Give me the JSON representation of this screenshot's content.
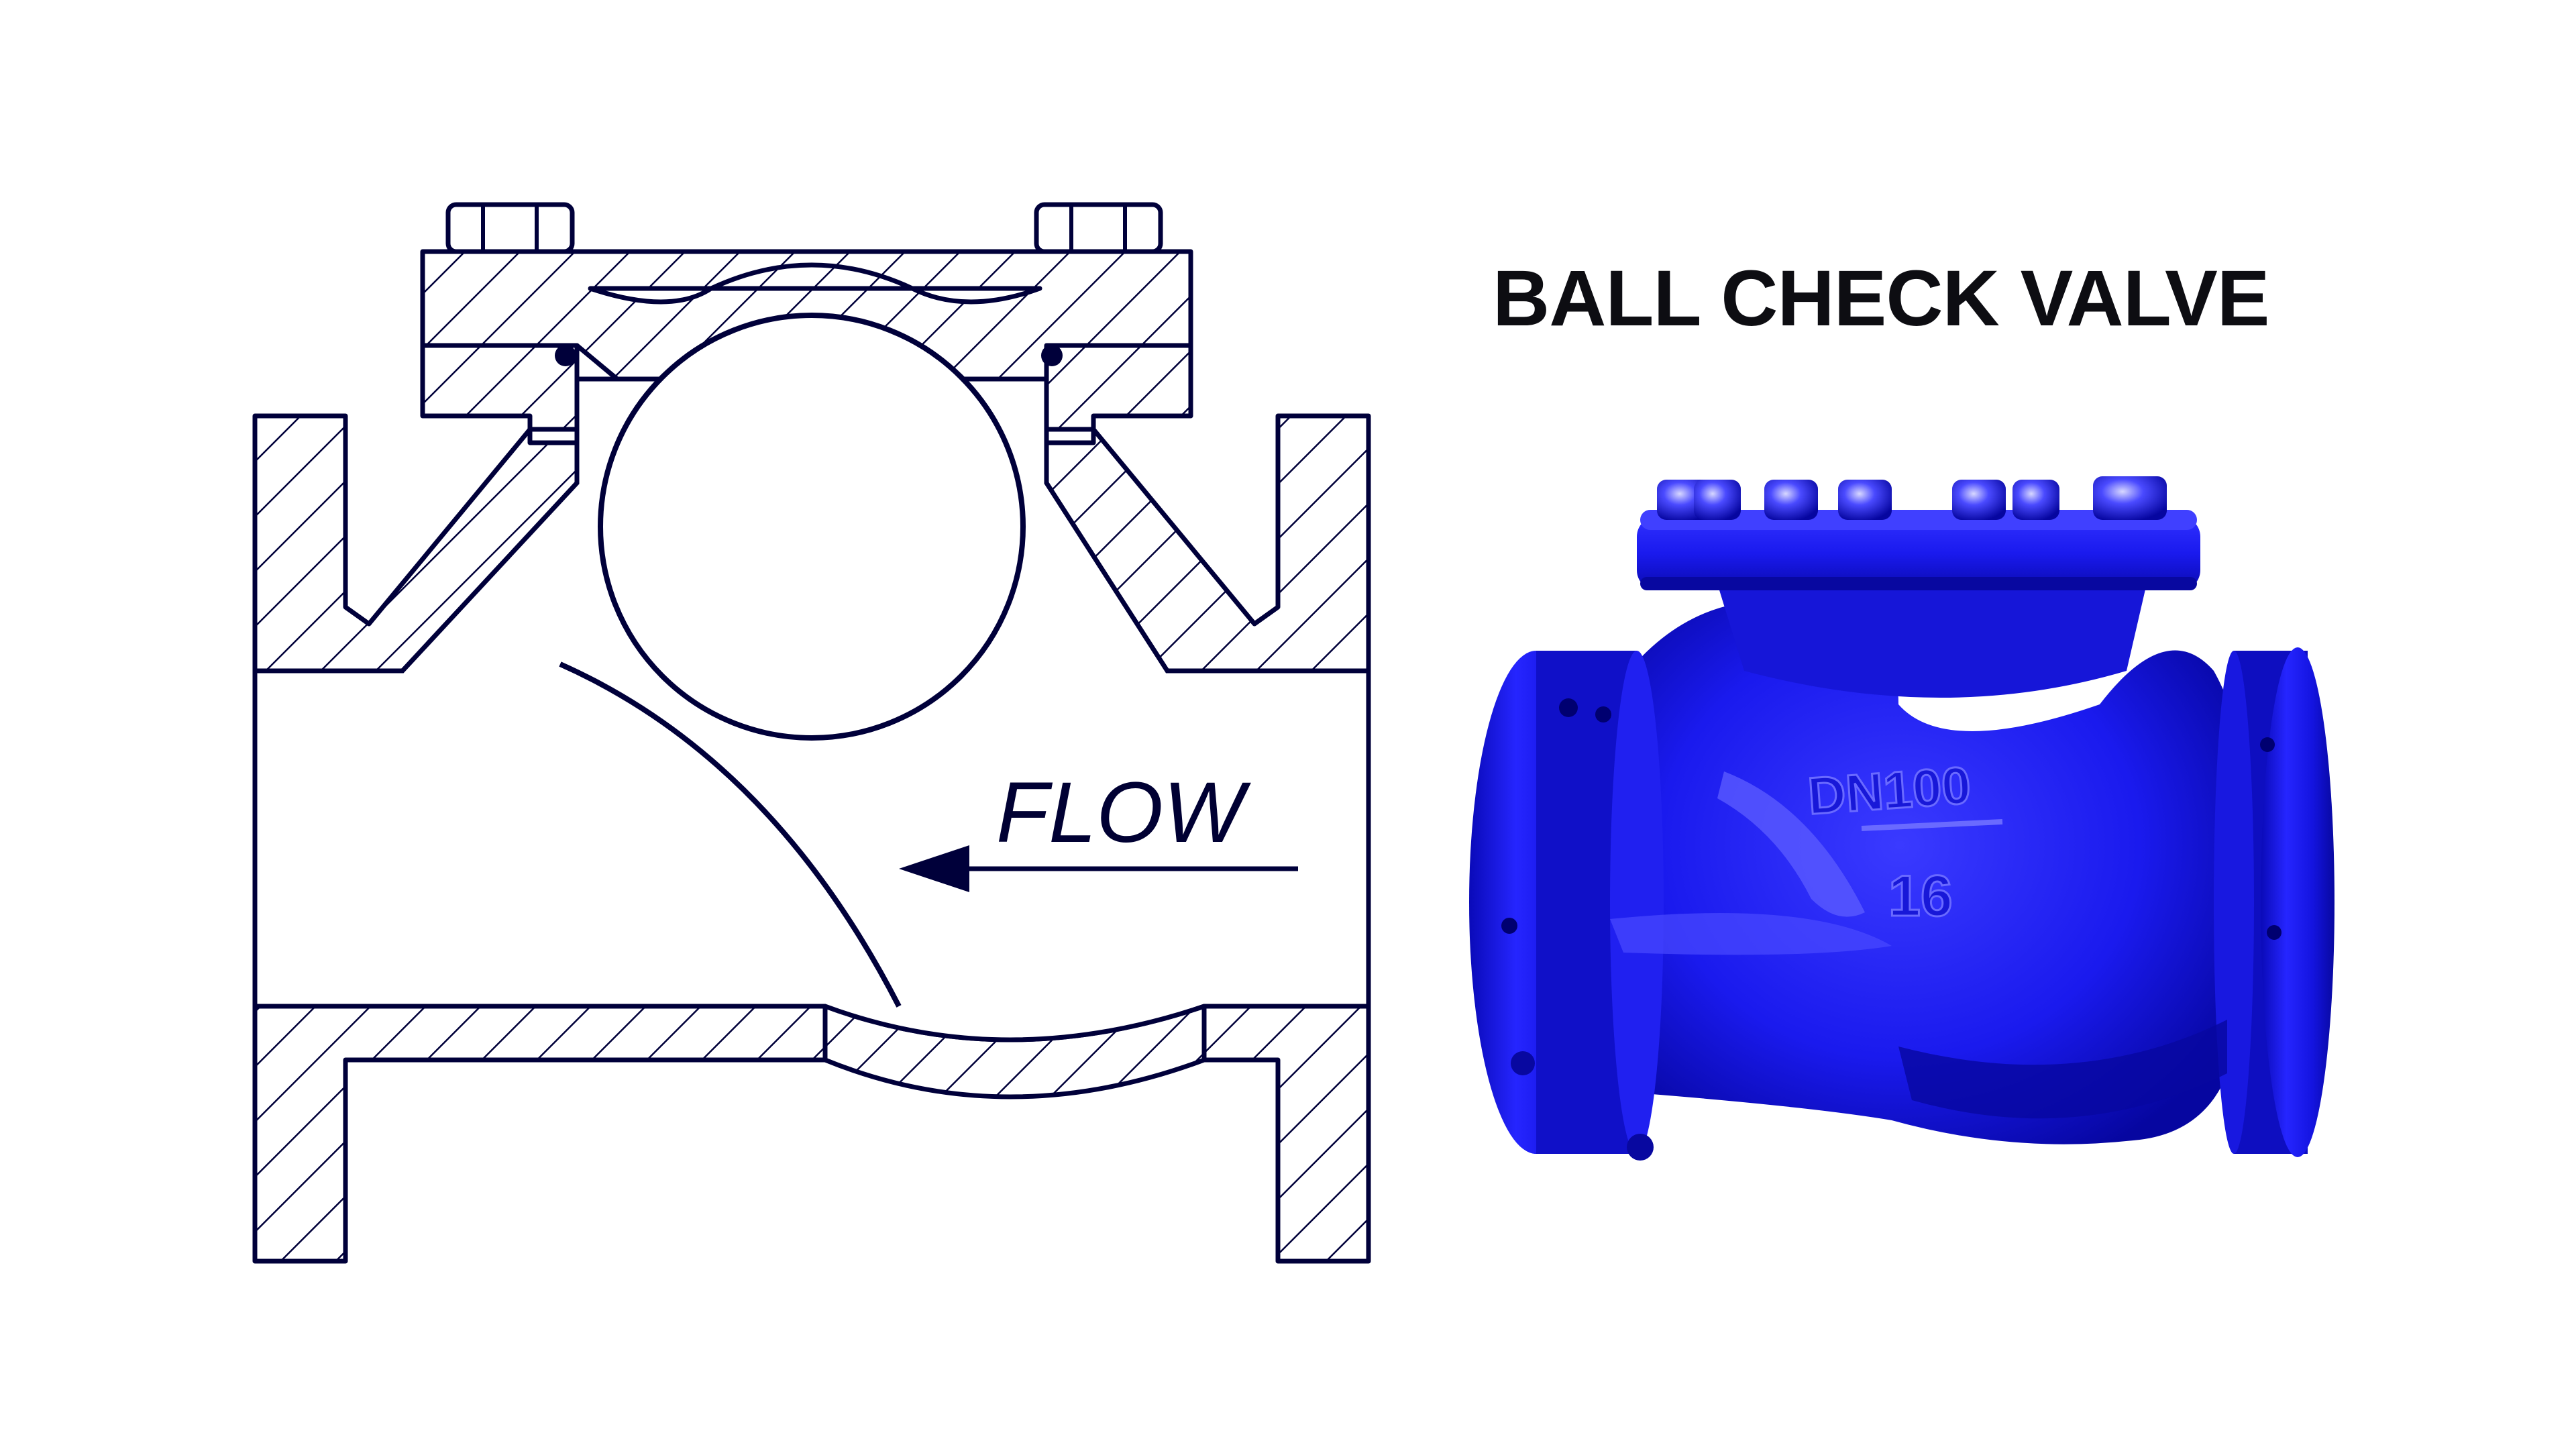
{
  "title": "BALL CHECK VALVE",
  "diagram": {
    "flow_label": "FLOW"
  },
  "photo": {
    "size_marking": "DN100",
    "pressure_marking": "16"
  },
  "colors": {
    "line": "#00003a",
    "background": "#ffffff",
    "valve_body": "#1a1aee",
    "valve_shadow": "#0808a8",
    "valve_highlight": "#5a5aff"
  }
}
